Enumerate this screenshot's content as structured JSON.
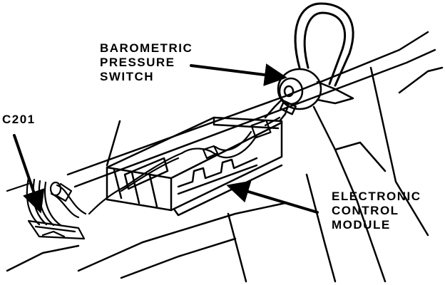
{
  "labels": {
    "baro": [
      "BAROMETRIC",
      "PRESSURE",
      "SWITCH"
    ],
    "c201": "C201",
    "ecm": [
      "ELECTRONIC",
      "CONTROL",
      "MODULE"
    ]
  },
  "colors": {
    "ink": "#000000",
    "paper": "#ffffff"
  }
}
